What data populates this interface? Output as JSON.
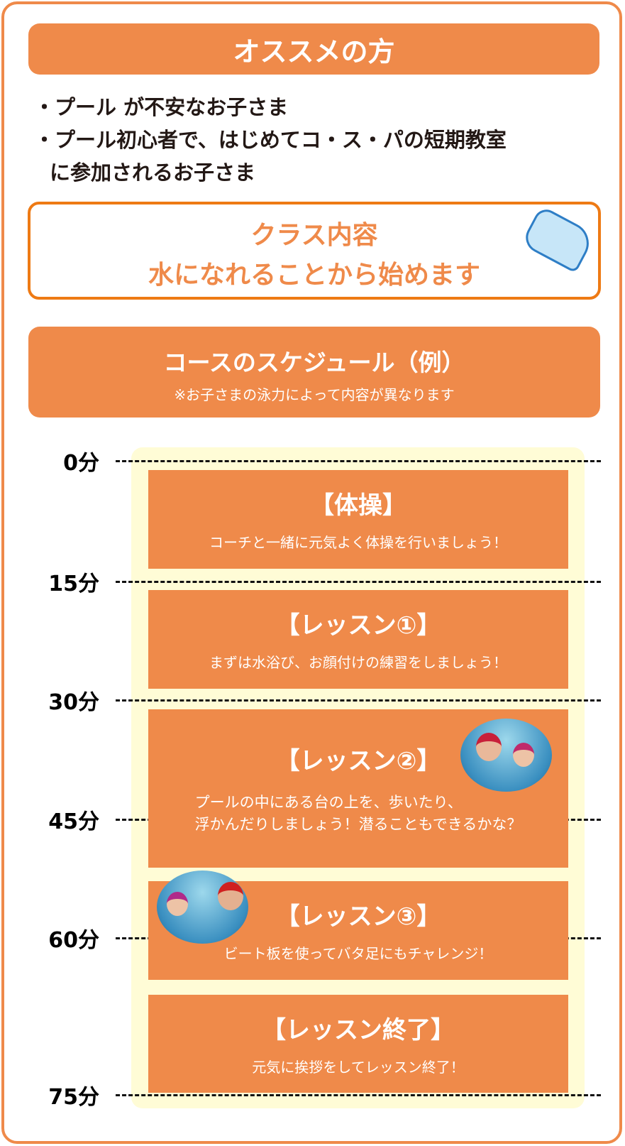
{
  "recommend": {
    "title": "オススメの方",
    "bullets": [
      "・プール が不安なお子さま",
      "・プール初心者で、はじめてコ・ス・パの短期教室",
      "に参加されるお子さま"
    ]
  },
  "class_content": {
    "title": "クラス内容",
    "subtitle": "水になれることから始めます",
    "icon": "kickboard-icon"
  },
  "schedule": {
    "title": "コースのスケジュール（例）",
    "note": "※お子さまの泳力によって内容が異なります"
  },
  "time_labels": [
    "0分",
    "15分",
    "30分",
    "45分",
    "60分",
    "75分"
  ],
  "blocks": [
    {
      "title": "【体操】",
      "desc": "コーチと一緒に元気よく体操を行いましょう！"
    },
    {
      "title": "【レッスン①】",
      "desc": "まずは水浴び、お顔付けの練習をしましょう！"
    },
    {
      "title": "【レッスン②】",
      "desc": "プールの中にある台の上を、歩いたり、",
      "desc2": "浮かんだりしましょう！潜ることもできるかな？"
    },
    {
      "title": "【レッスン③】",
      "desc": "ビート板を使ってバタ足にもチャレンジ！"
    },
    {
      "title": "【レッスン終了】",
      "desc": "元気に挨拶をしてレッスン終了！"
    }
  ],
  "colors": {
    "orange": "#EF8A4A",
    "border": "#EE7A14",
    "timeline_bg": "#FFFCD6"
  }
}
